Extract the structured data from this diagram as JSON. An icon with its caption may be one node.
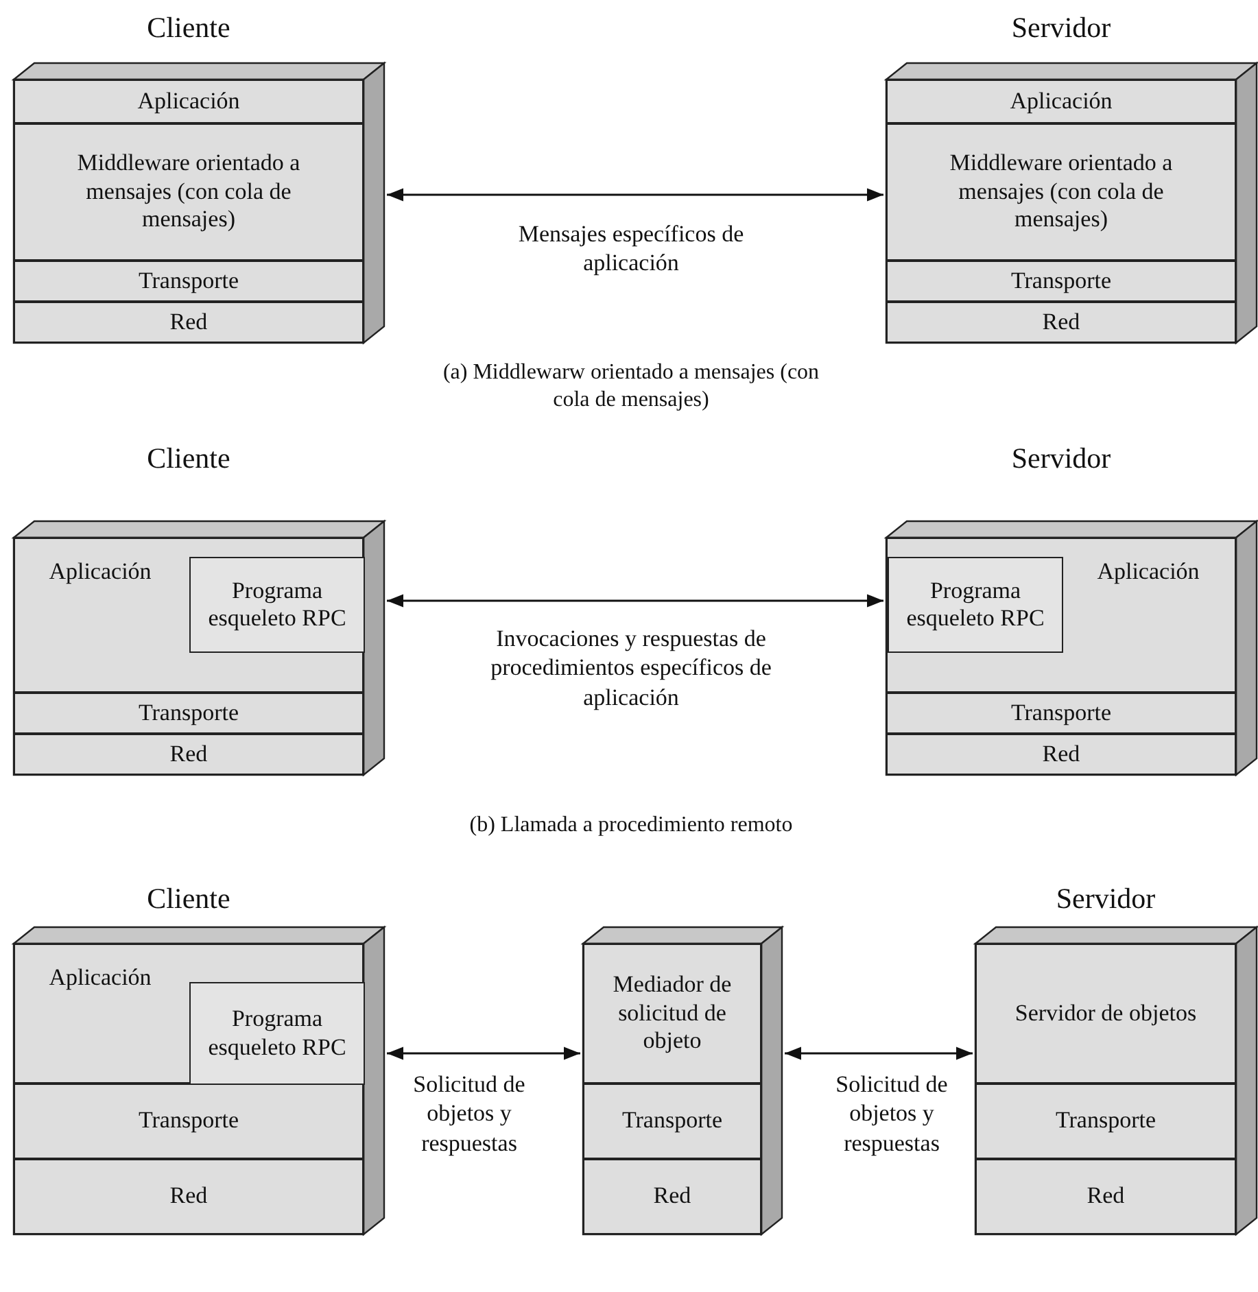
{
  "diagram": {
    "nodes": [
      {
        "text": [
          "Cliente"
        ]
      },
      {
        "text": [
          "Aplicación"
        ],
        "in": 0
      },
      {
        "text": [
          "Middleware orientado a mensajes (con cola de mensajes)"
        ],
        "in": 0
      },
      {
        "text": [
          "Transporte"
        ],
        "in": 0
      },
      {
        "text": [
          "Red"
        ],
        "in": 0
      },
      {
        "text": [
          "Servidor"
        ]
      },
      {
        "text": [
          "Aplicación"
        ],
        "in": 5
      },
      {
        "text": [
          "Middleware orientado a mensajes (con cola de mensajes)"
        ],
        "in": 5
      },
      {
        "text": [
          "Transporte"
        ],
        "in": 5
      },
      {
        "text": [
          "Red"
        ],
        "in": 5
      },
      {
        "text": [
          "Cliente"
        ]
      },
      {
        "text": [
          "Aplicación"
        ],
        "in": 10
      },
      {
        "text": [
          "Programa esqueleto RPC"
        ],
        "in": 11
      },
      {
        "text": [
          "Transporte"
        ],
        "in": 10
      },
      {
        "text": [
          "Red"
        ],
        "in": 10
      },
      {
        "text": [
          "Servidor"
        ]
      },
      {
        "text": [
          "Aplicación"
        ],
        "in": 15
      },
      {
        "text": [
          "Programa esqueleto RPC"
        ],
        "in": 16
      },
      {
        "text": [
          "Transporte"
        ],
        "in": 15
      },
      {
        "text": [
          "Red"
        ],
        "in": 15
      },
      {
        "text": [
          "Cliente"
        ]
      },
      {
        "text": [
          "Aplicación"
        ],
        "in": 20
      },
      {
        "text": [
          "Programa esqueleto RPC"
        ],
        "in": 21
      },
      {
        "text": [
          "Transporte"
        ],
        "in": 20
      },
      {
        "text": [
          "Red"
        ],
        "in": 20
      },
      {
        "text": [],
        "shape": "box"
      },
      {
        "text": [
          "Mediador de solicitud de objeto"
        ],
        "in": 25
      },
      {
        "text": [
          "Transporte"
        ],
        "in": 25
      },
      {
        "text": [
          "Red"
        ],
        "in": 25
      },
      {
        "text": [
          "Servidor"
        ]
      },
      {
        "text": [
          "Servidor de objetos"
        ],
        "in": 29
      },
      {
        "text": [
          "Transporte"
        ],
        "in": 29
      },
      {
        "text": [
          "Red"
        ],
        "in": 29
      }
    ],
    "edges": [
      {
        "from": 0,
        "to": 5,
        "arrow": "both",
        "label": "Mensajes específicos de aplicación"
      },
      {
        "from": 10,
        "to": 15,
        "arrow": "both",
        "label": "Invocaciones y respuestas de procedimientos específicos de aplicación"
      },
      {
        "from": 20,
        "to": 25,
        "arrow": "both",
        "label": "Solicitud de objetos y respuestas"
      },
      {
        "from": 25,
        "to": 29,
        "arrow": "both",
        "label": "Solicitud de objetos y respuestas"
      }
    ],
    "labels": [
      "(a) Middlewarw orientado a mensajes (con cola de mensajes)",
      "(b) Llamada a procedimiento remoto"
    ]
  }
}
